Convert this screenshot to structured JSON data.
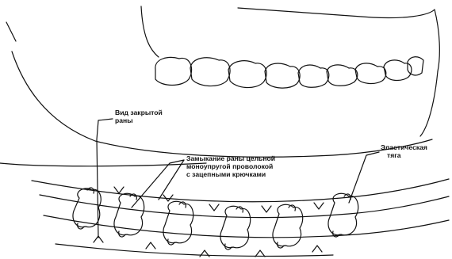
{
  "labels": {
    "closed_wound_line1": "Вид закрытой",
    "closed_wound_line2": "раны",
    "wire_line1": "Замыкание раны цельной",
    "wire_line2": "моноупругой проволокой",
    "wire_line3": "с зацепными крючками",
    "elastic_line1": "Эластическая",
    "elastic_line2": "тяга"
  },
  "colors": {
    "ink": "#111111",
    "background": "#ffffff"
  }
}
